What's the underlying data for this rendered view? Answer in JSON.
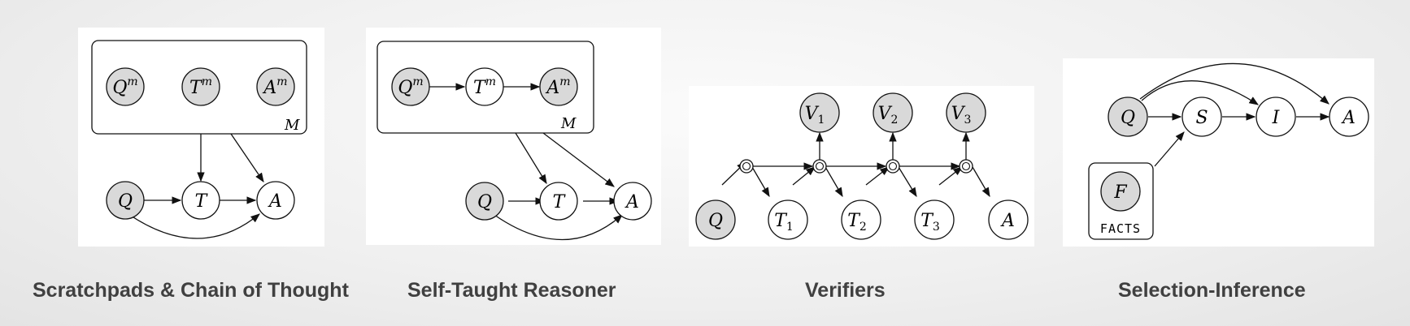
{
  "captions": {
    "scratchpads": "Scratchpads & Chain of Thought",
    "star": "Self-Taught Reasoner",
    "verifiers": "Verifiers",
    "selection": "Selection-Inference"
  },
  "nodes": {
    "Q": "Q",
    "T": "T",
    "A": "A",
    "V": "V",
    "S": "S",
    "I": "I",
    "F": "F",
    "m": "m",
    "sub1": "1",
    "sub2": "2",
    "sub3": "3"
  },
  "plates": {
    "M": "M",
    "facts": "FACTS"
  },
  "colors": {
    "observed_fill": "#d9d9d9",
    "latent_fill": "#ffffff",
    "stroke": "#111111",
    "caption": "#404040"
  }
}
